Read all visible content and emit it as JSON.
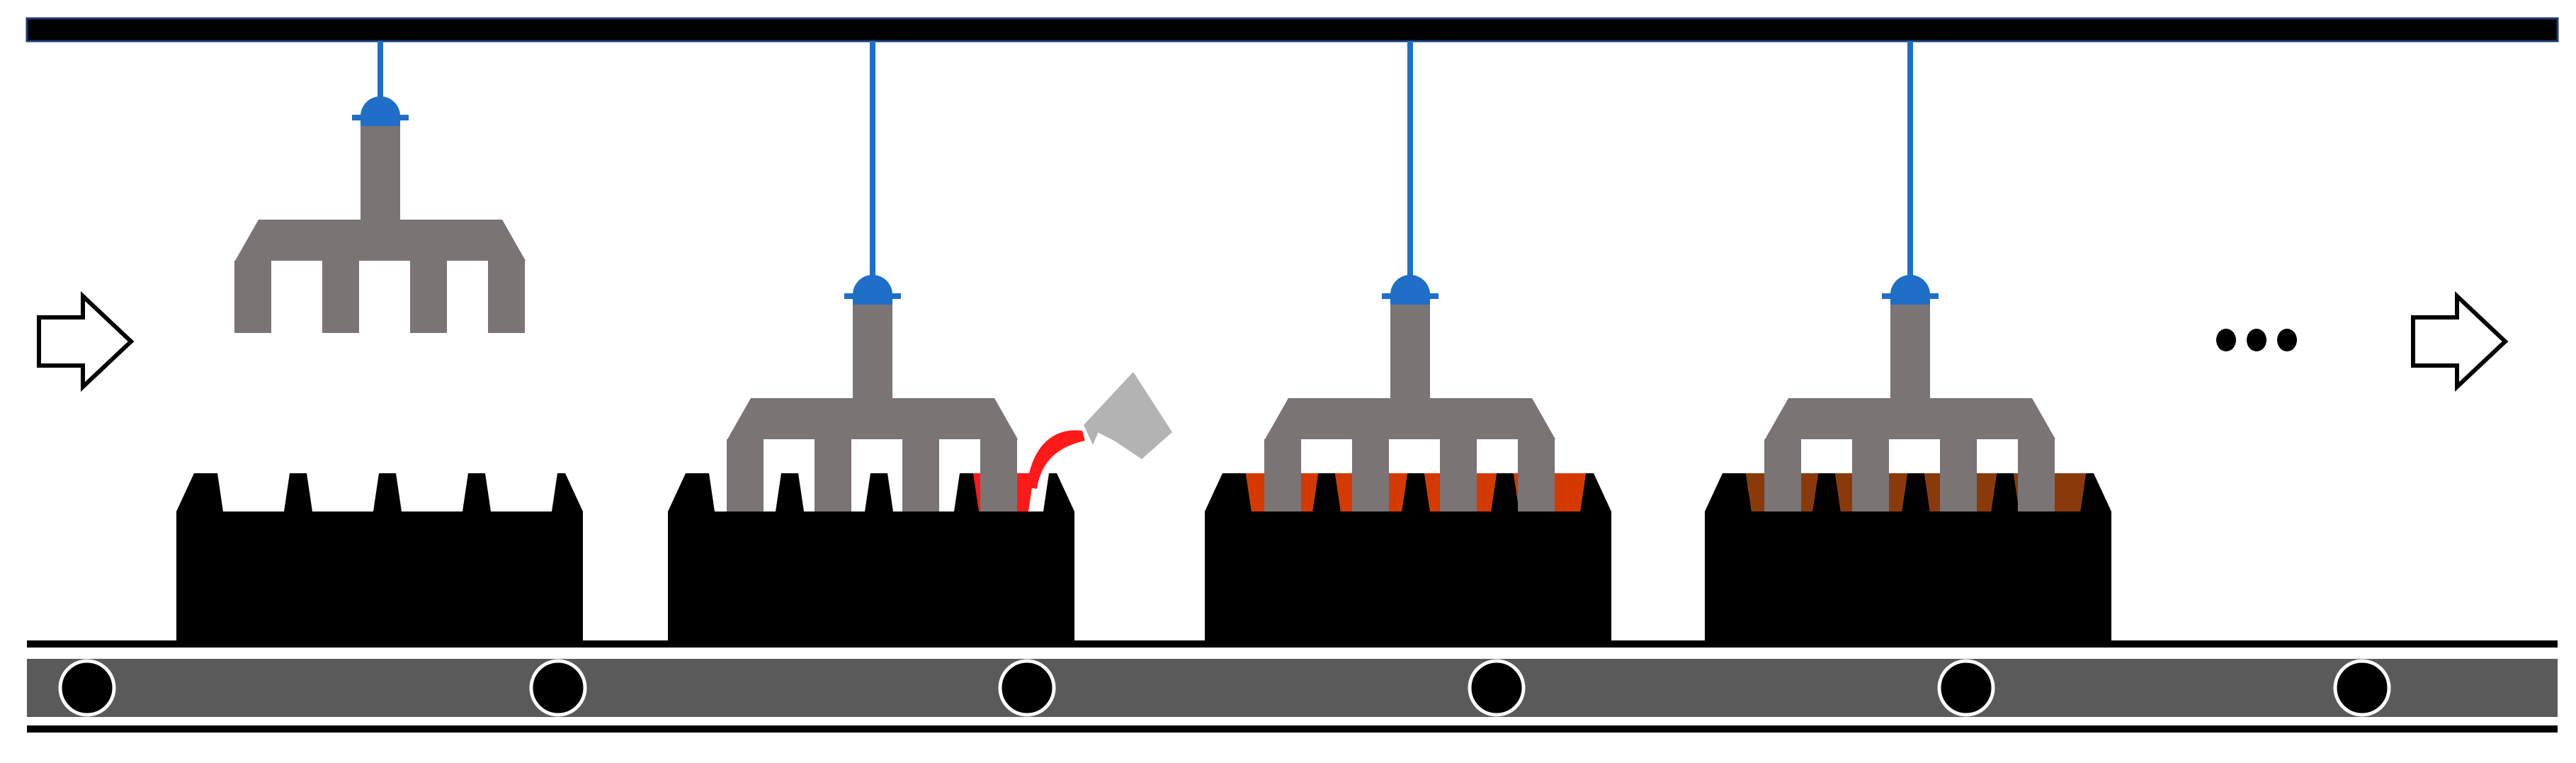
{
  "colors": {
    "rail": "#000000",
    "rail_edge": "#1f3b73",
    "cable": "#1f6ec8",
    "hook": "#1f6ec8",
    "tool": "#7a7474",
    "mold": "#000000",
    "belt": "#5a5a5a",
    "roller": "#000000",
    "molten": "#ff1a1a",
    "hot_fill": "#d43a00",
    "cooled_fill": "#8a3a0a",
    "ladle": "#b3b3b3"
  },
  "process": {
    "stations": [
      {
        "id": "press",
        "stage": "tool-raised",
        "mold_fill": "none"
      },
      {
        "id": "pour",
        "stage": "pouring",
        "mold_fill": "pouring"
      },
      {
        "id": "set",
        "stage": "tool-inserted",
        "mold_fill": "hot"
      },
      {
        "id": "cool",
        "stage": "tool-inserted",
        "mold_fill": "cooled"
      }
    ],
    "continuation_icon": "ellipsis-dots",
    "flow_direction": "left-to-right",
    "rollers_count": 6
  },
  "icons": {
    "entry_arrow": "arrow-right-outline-icon",
    "exit_arrow": "arrow-right-outline-icon",
    "more": "ellipsis-icon",
    "ladle": "ladle-icon"
  }
}
